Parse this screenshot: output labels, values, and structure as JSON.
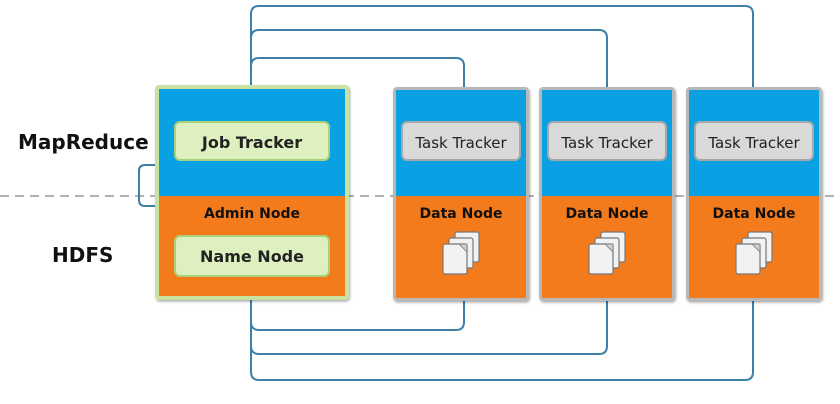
{
  "layers": {
    "top": "MapReduce",
    "bottom": "HDFS"
  },
  "admin": {
    "job_tracker": "Job Tracker",
    "section_label": "Admin Node",
    "name_node": "Name Node"
  },
  "workers": [
    {
      "task_tracker": "Task Tracker",
      "data_node": "Data Node"
    },
    {
      "task_tracker": "Task Tracker",
      "data_node": "Data Node"
    },
    {
      "task_tracker": "Task Tracker",
      "data_node": "Data Node"
    }
  ],
  "colors": {
    "blue": "#0aa0e4",
    "orange": "#f47b1c",
    "green_box": "#dff0c0",
    "green_border": "#a9d17a",
    "gray_box": "#d9d9d9",
    "connector": "#3d7fa6"
  },
  "icons": {
    "block_stack": "stacked-document-icon"
  }
}
